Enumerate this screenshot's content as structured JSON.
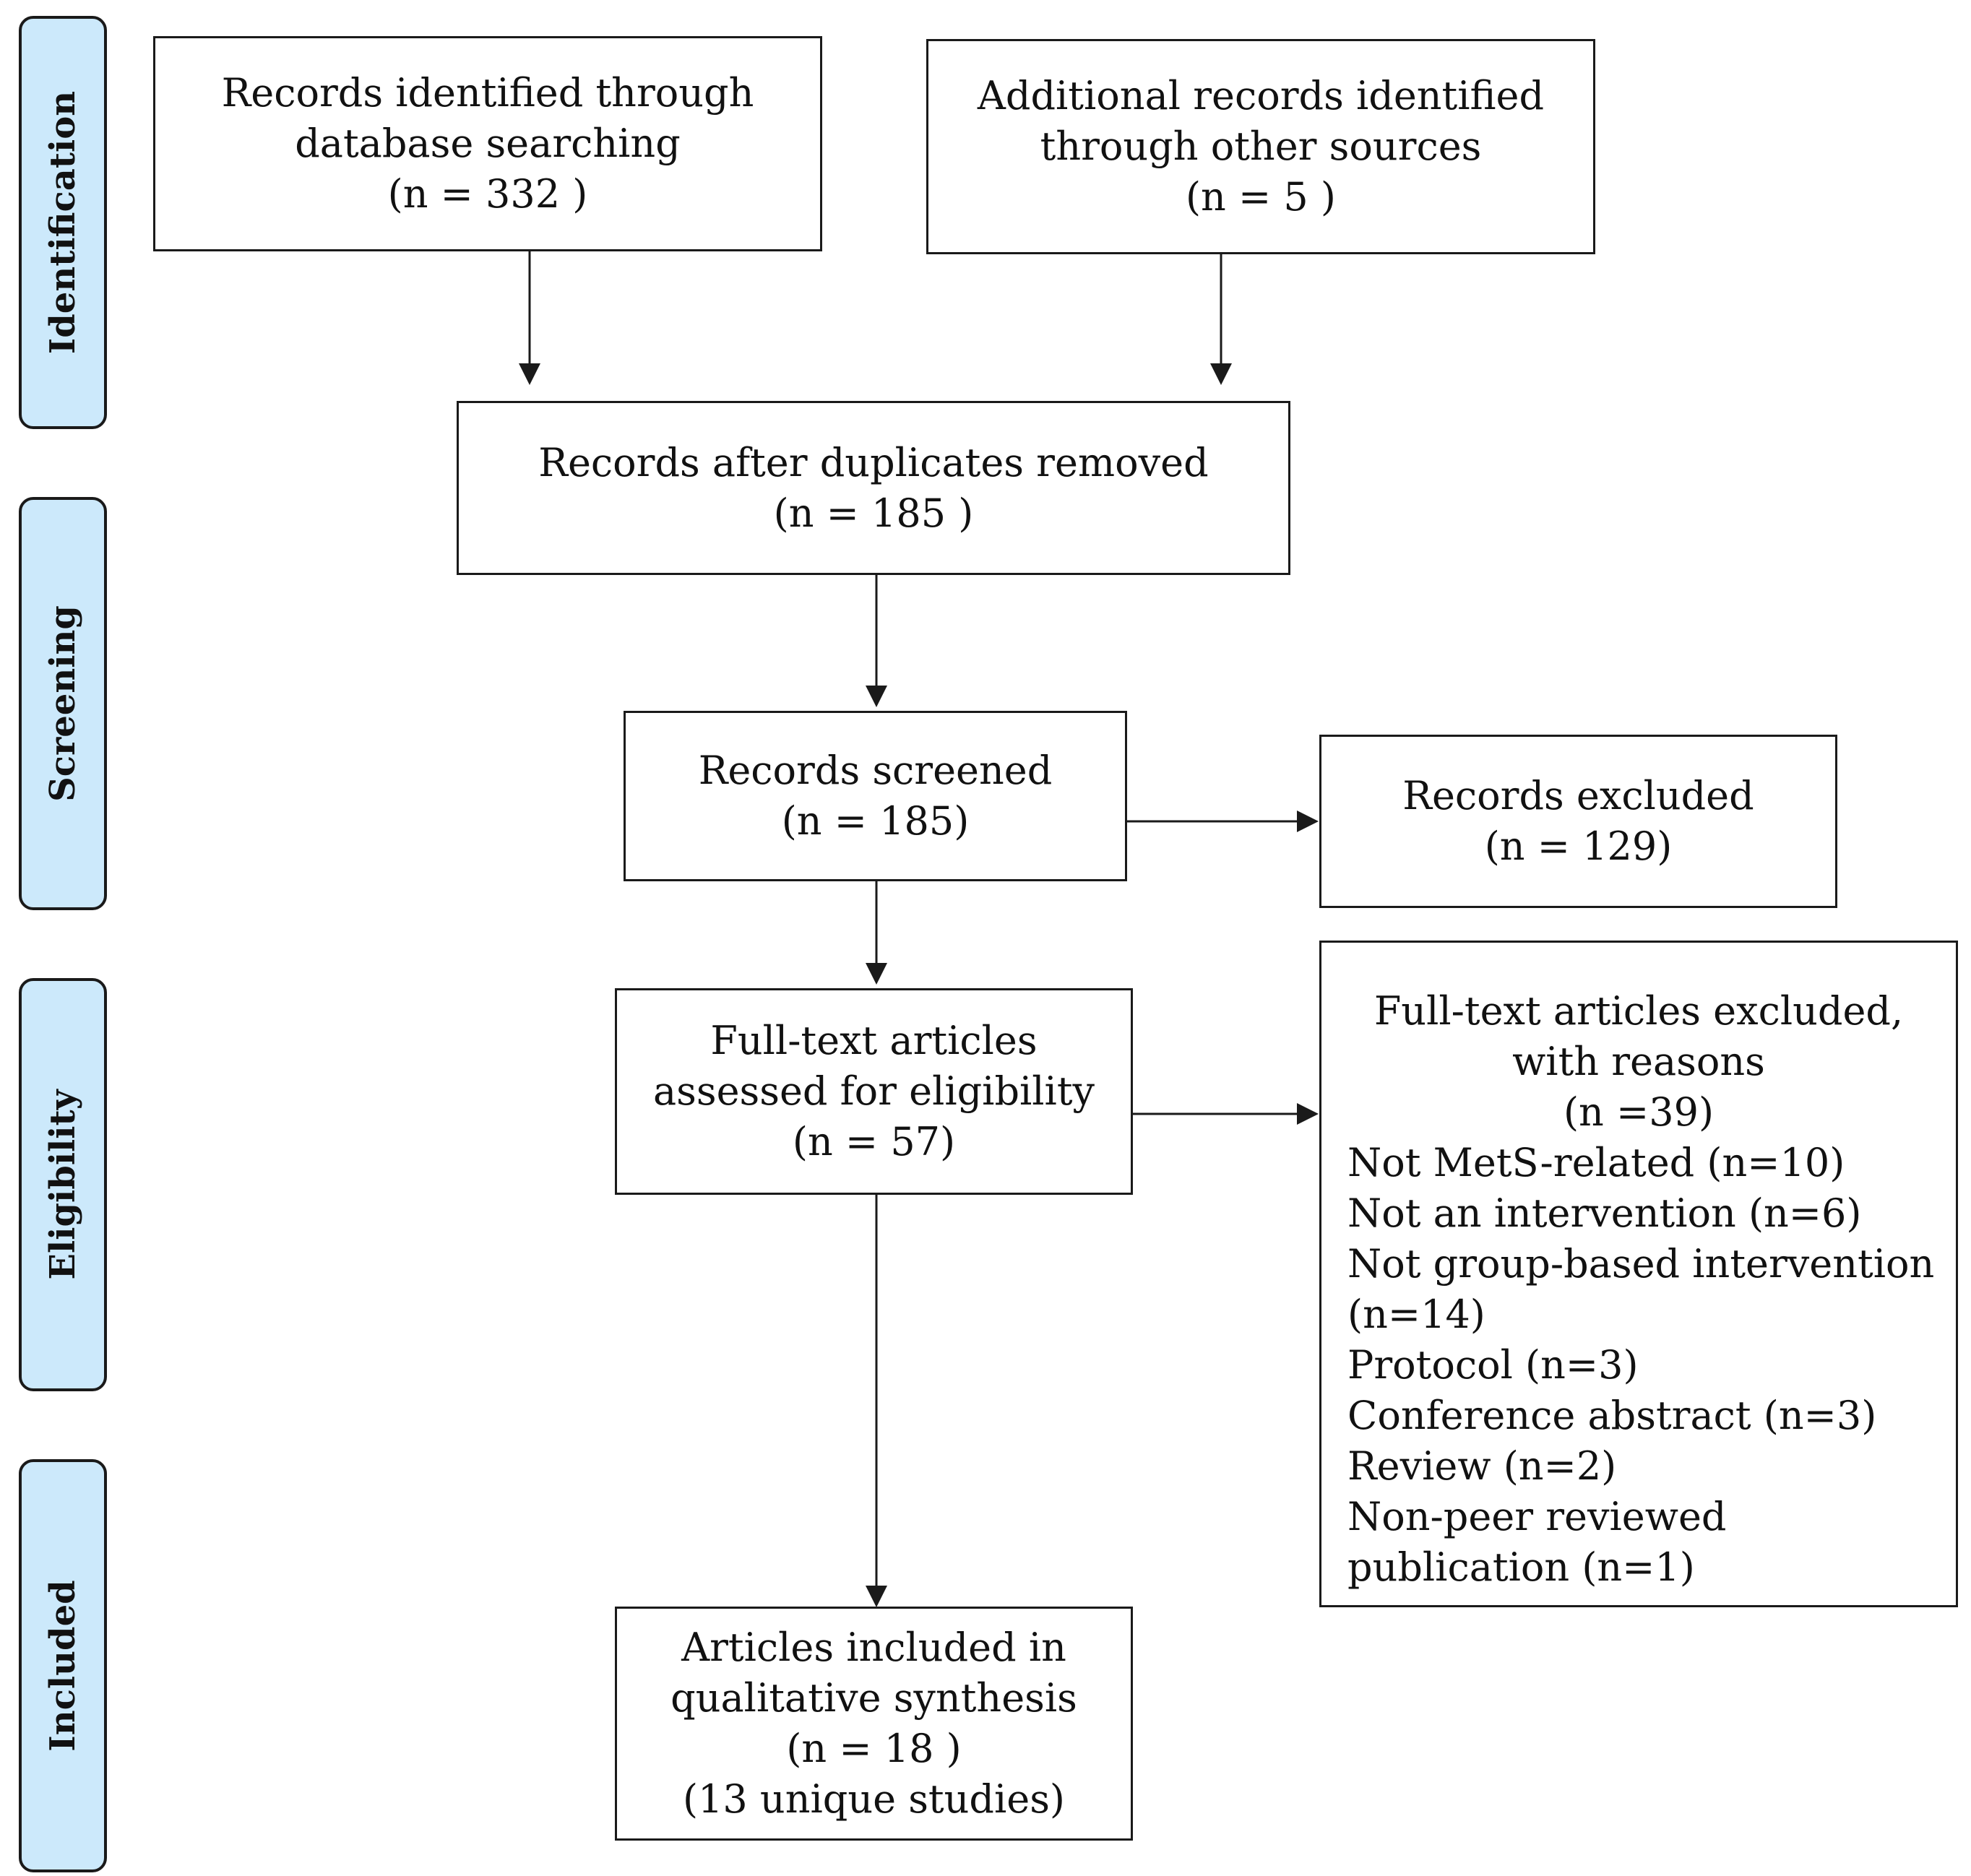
{
  "stages": {
    "identification": "Identification",
    "screening": "Screening",
    "eligibility": "Eligibility",
    "included": "Included"
  },
  "boxes": {
    "database": [
      "Records identified through",
      "database searching",
      "(n = 332  )"
    ],
    "other_sources": [
      "Additional records identified",
      "through other sources",
      "(n = 5  )"
    ],
    "duplicates_removed": [
      "Records after duplicates removed",
      "(n = 185  )"
    ],
    "screened": [
      "Records screened",
      "(n = 185)"
    ],
    "excluded": [
      "Records excluded",
      "(n = 129)"
    ],
    "fulltext_assessed": [
      "Full-text articles",
      "assessed for eligibility",
      "(n = 57)"
    ],
    "fulltext_excluded": {
      "head": [
        "Full-text articles excluded,",
        "with reasons",
        "(n =39)"
      ],
      "reasons": [
        "Not MetS-related (n=10)",
        "Not an intervention (n=6)",
        "Not group-based intervention",
        "(n=14)",
        "Protocol (n=3)",
        "Conference abstract (n=3)",
        "Review (n=2)",
        "Non-peer reviewed",
        "publication (n=1)"
      ]
    },
    "included": [
      "Articles included in",
      "qualitative synthesis",
      "(n = 18 )",
      "(13 unique studies)"
    ]
  }
}
